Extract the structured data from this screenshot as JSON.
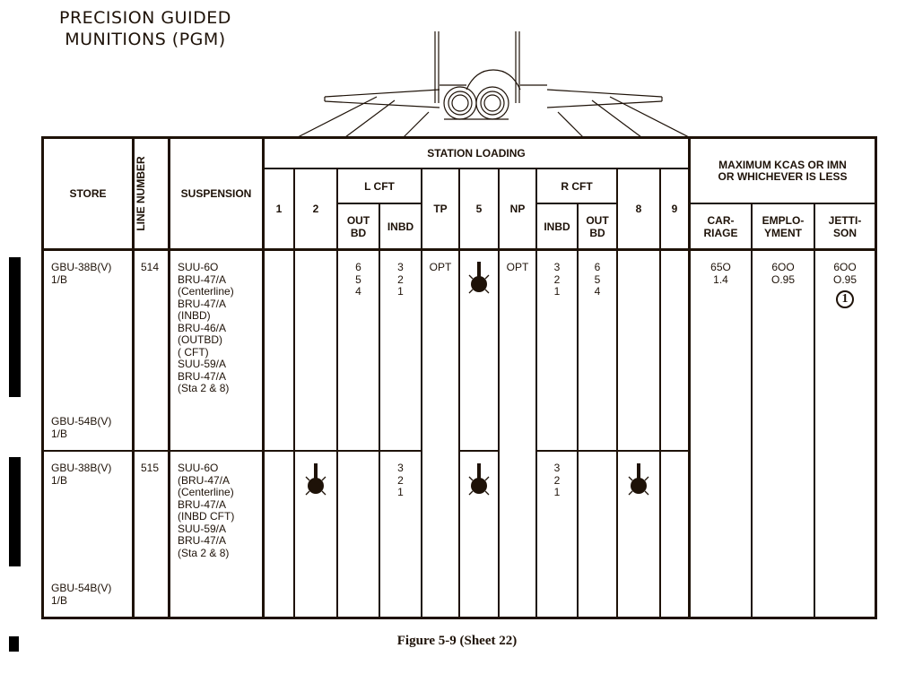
{
  "title": {
    "line1": "PRECISION GUIDED",
    "line2": "MUNITIONS (PGM)"
  },
  "headers": {
    "store": "STORE",
    "line_number": "LINE NUMBER",
    "suspension": "SUSPENSION",
    "station_loading": "STATION LOADING",
    "st1": "1",
    "st2": "2",
    "lcft": "L CFT",
    "lcft_out": "OUT\nBD",
    "lcft_inbd": "INBD",
    "tp": "TP",
    "st5": "5",
    "np": "NP",
    "rcft": "R CFT",
    "rcft_inbd": "INBD",
    "rcft_out": "OUT\nBD",
    "st8": "8",
    "st9": "9",
    "max": "MAXIMUM KCAS OR IMN\nOR WHICHEVER IS LESS",
    "carriage": "CAR-\nRIAGE",
    "employment": "EMPLO-\nYMENT",
    "jettison": "JETTI-\nSON"
  },
  "rows": [
    {
      "store": "GBU-38B(V)\n1/B",
      "store_alt": "GBU-54B(V)\n1/B",
      "line": "514",
      "suspension": "SUU-6O\nBRU-47/A\n(Centerline)\nBRU-47/A\n(INBD)\nBRU-46/A\n(OUTBD)\n( CFT)\nSUU-59/A\nBRU-47/A\n(Sta 2 & 8)",
      "lcft_out": "6\n5\n4",
      "lcft_inbd": "3\n2\n1",
      "tp": "OPT",
      "np": "OPT",
      "rcft_inbd": "3\n2\n1",
      "rcft_out": "6\n5\n4",
      "carriage": "65O\n1.4",
      "employment": "6OO\nO.95",
      "jettison": "6OO\nO.95",
      "note": "1"
    },
    {
      "store": "GBU-38B(V)\n1/B",
      "store_alt": "GBU-54B(V)\n1/B",
      "line": "515",
      "suspension": "SUU-6O\n(BRU-47/A\n(Centerline)\nBRU-47/A\n(INBD CFT)\nSUU-59/A\nBRU-47/A\n(Sta 2 & 8)",
      "lcft_inbd": "3\n2\n1",
      "rcft_inbd": "3\n2\n1"
    }
  ],
  "caption": "Figure 5-9  (Sheet 22)"
}
